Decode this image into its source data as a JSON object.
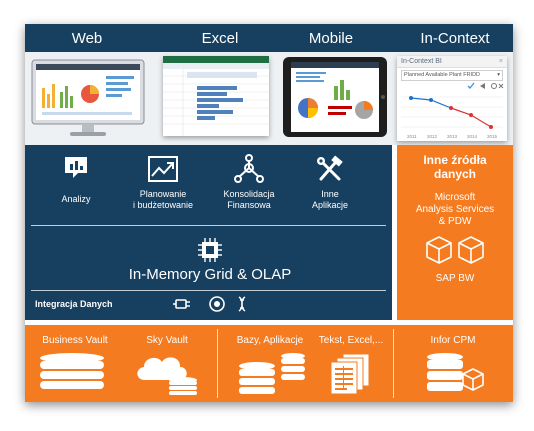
{
  "header": {
    "web": "Web",
    "excel": "Excel",
    "mobile": "Mobile",
    "in_context": "In-Context"
  },
  "incontext_panel": {
    "title": "In-Context BI",
    "dropdown": "Planned Available Plant FRIDD",
    "x_ticks": [
      "2011",
      "2012",
      "2013",
      "2014",
      "2015"
    ]
  },
  "modules": {
    "analizy": "Analizy",
    "planowanie_line1": "Planowanie",
    "planowanie_line2": "i budżetowanie",
    "konsolidacja_line1": "Konsolidacja",
    "konsolidacja_line2": "Finansowa",
    "inne_line1": "Inne",
    "inne_line2": "Aplikacje"
  },
  "engine": {
    "title": "In-Memory Grid & OLAP"
  },
  "integration": {
    "label": "Integracja Danych"
  },
  "other_sources": {
    "title_line1": "Inne źródła",
    "title_line2": "danych",
    "ms_line1": "Microsoft",
    "ms_line2": "Analysis Services",
    "ms_line3": "& PDW",
    "sap": "SAP BW"
  },
  "bottom": {
    "business_vault": "Business Vault",
    "sky_vault": "Sky Vault",
    "bazy": "Bazy, Aplikacje",
    "tekst": "Tekst, Excel,...",
    "infor_cpm": "Infor CPM"
  },
  "colors": {
    "navy": "#173f5f",
    "orange": "#f47b20",
    "white": "#ffffff"
  }
}
